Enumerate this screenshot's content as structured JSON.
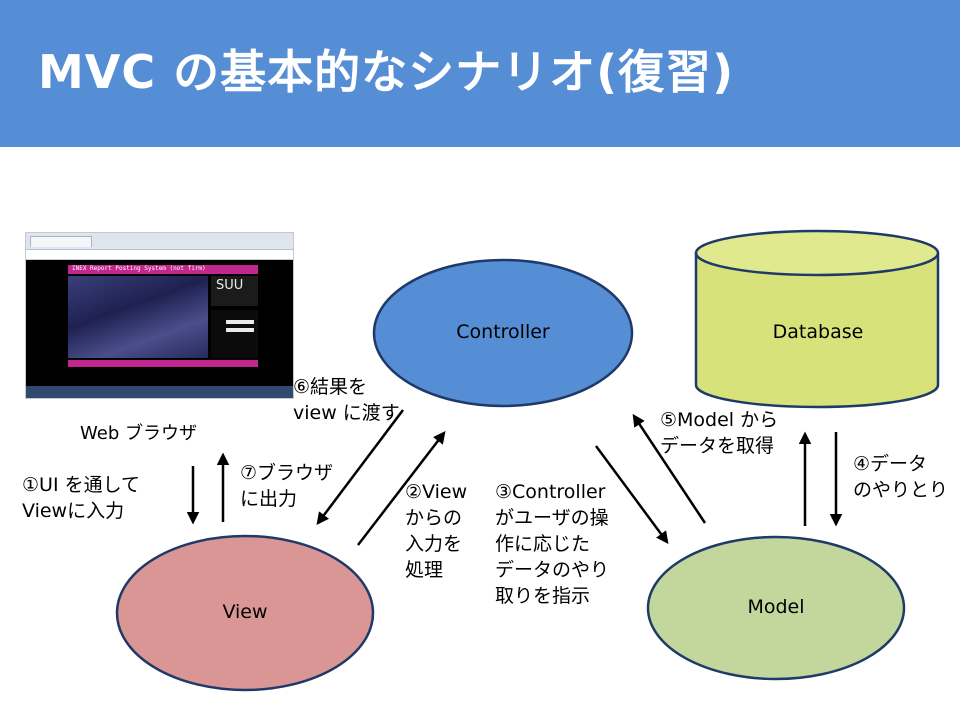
{
  "title": "MVC の基本的なシナリオ(復習)",
  "nodes": {
    "controller": "Controller",
    "database": "Database",
    "view": "View",
    "model": "Model",
    "browser": "Web ブラウザ"
  },
  "screenshot": {
    "header_text": "INEX Report Posting System (not firm)",
    "logo_text": "SUU"
  },
  "steps": {
    "s1": [
      "①UI を通して",
      "Viewに入力"
    ],
    "s2": [
      "②View",
      "からの",
      "入力を",
      "処理"
    ],
    "s3": [
      "③Controller",
      "がユーザの操",
      "作に応じた",
      "データのやり",
      "取りを指示"
    ],
    "s4": [
      "④データ",
      "のやりとり"
    ],
    "s5": [
      "⑤Model から",
      "データを取得"
    ],
    "s6": [
      "⑥結果を",
      "view に渡す"
    ],
    "s7": [
      "⑦ブラウザ",
      "に出力"
    ]
  },
  "colors": {
    "header": "#558ed5",
    "controller_fill": "#558ed5",
    "database_fill": "#d7e37a",
    "database_top": "#e1e98f",
    "view_fill": "#d99694",
    "model_fill": "#c3d69b",
    "outline": "#1f3a68"
  }
}
